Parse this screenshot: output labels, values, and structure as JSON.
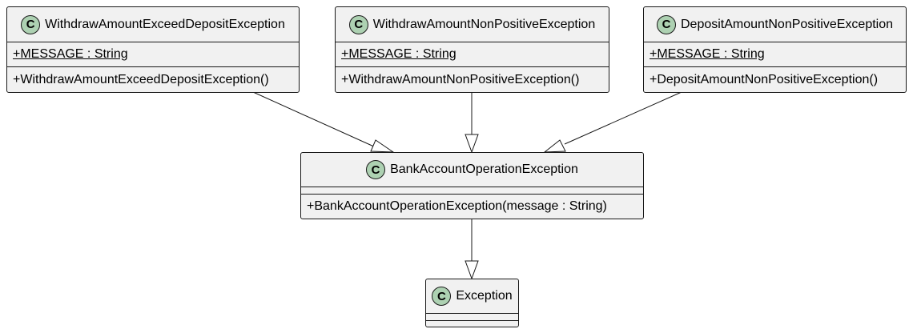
{
  "classes": {
    "withdraw_exceed": {
      "name": "WithdrawAmountExceedDepositException",
      "badge": "C",
      "field": "+MESSAGE : String",
      "method": "+WithdrawAmountExceedDepositException()"
    },
    "withdraw_nonpositive": {
      "name": "WithdrawAmountNonPositiveException",
      "badge": "C",
      "field": "+MESSAGE : String",
      "method": "+WithdrawAmountNonPositiveException()"
    },
    "deposit_nonpositive": {
      "name": "DepositAmountNonPositiveException",
      "badge": "C",
      "field": "+MESSAGE : String",
      "method": "+DepositAmountNonPositiveException()"
    },
    "bank_op": {
      "name": "BankAccountOperationException",
      "badge": "C",
      "method": "+BankAccountOperationException(message : String)"
    },
    "exception": {
      "name": "Exception",
      "badge": "C"
    }
  },
  "colors": {
    "class_fill": "#f1f1f1",
    "badge_fill": "#add1b2",
    "line": "#181818"
  }
}
